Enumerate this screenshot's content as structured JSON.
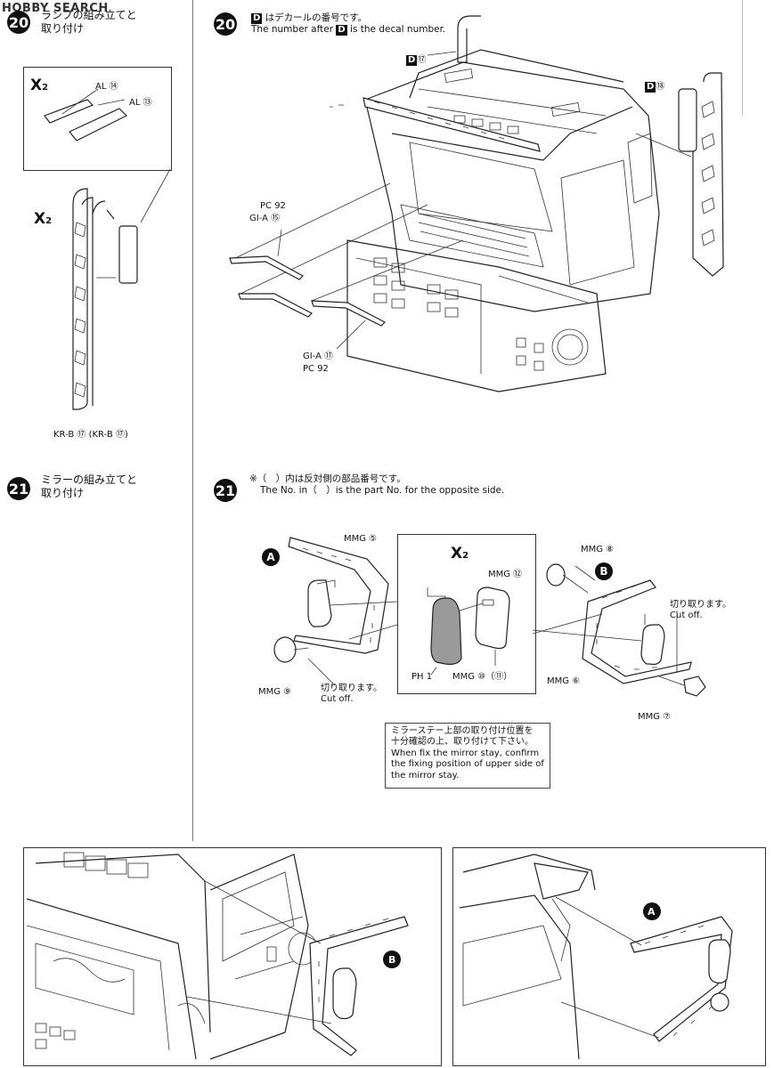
{
  "header": {
    "logo_text": "HOBBY SEARCH"
  },
  "step20": {
    "number": "20",
    "title_line1": "ランプの組み立てと",
    "title_line2": "取り付け",
    "decal_note_jp": "はデカールの番号です。",
    "decal_note_en_prefix": "The number after",
    "decal_note_en_suffix": "is the decal number.",
    "decal_key": "D",
    "decal_17": "⑰",
    "decal_18": "⑱",
    "x2": "X",
    "x2_sub": "2",
    "al54": "AL ⑭",
    "al53": "AL ⑬",
    "krb_label": "KR-B ⑰ (KR-B ⑰)",
    "pc92_top": "PC 92",
    "gia15": "GI-A ⑮",
    "gia17": "GI-A ⑰",
    "pc92_bottom": "PC 92"
  },
  "step21": {
    "number": "21",
    "title_line1": "ミラーの組み立てと",
    "title_line2": "取り付け",
    "note_jp": "※（　）内は反対側の部品番号です。",
    "note_en": "The No. in（　）is the part No. for the opposite side.",
    "mark_a": "A",
    "mark_b": "B",
    "x2": "X",
    "x2_sub": "2",
    "mmg5": "MMG ⑤",
    "mmg6": "MMG ⑥",
    "mmg7": "MMG ⑦",
    "mmg8": "MMG ⑧",
    "mmg9": "MMG ⑨",
    "mmg12": "MMG ⑫",
    "mmg10": "MMG ⑩（⑪）",
    "ph1": "PH 1",
    "cut_jp_left": "切り取ります。",
    "cut_en_left": "Cut off.",
    "cut_jp_right": "切り取ります。",
    "cut_en_right": "Cut off.",
    "stay_note_jp1": "ミラーステー上部の取り付け位置を",
    "stay_note_jp2": "十分確認の上、取り付けて下さい。",
    "stay_note_en1": "When fix the mirror stay, confirm",
    "stay_note_en2": "the fixing position of upper side of",
    "stay_note_en3": "the mirror stay."
  }
}
